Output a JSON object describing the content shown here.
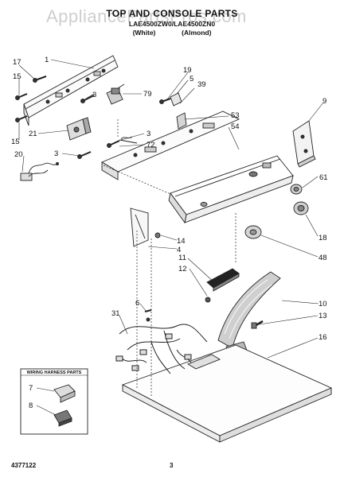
{
  "header": {
    "title": "TOP AND CONSOLE PARTS",
    "subtitle": "LAE4500ZW0/LAE4500ZN0",
    "variants": [
      "(White)",
      "(Almond)"
    ],
    "watermark": "AppliancePartsPros.com"
  },
  "callouts": {
    "c1": "1",
    "c3a": "3",
    "c3b": "3",
    "c3c": "3",
    "c4": "4",
    "c5": "5",
    "c6": "6",
    "c7": "7",
    "c8": "8",
    "c9": "9",
    "c10": "10",
    "c11": "11",
    "c12": "12",
    "c13": "13",
    "c14": "14",
    "c15a": "15",
    "c15b": "15",
    "c16": "16",
    "c17": "17",
    "c18": "18",
    "c19": "19",
    "c20": "20",
    "c21": "21",
    "c31": "31",
    "c39": "39",
    "c48": "48",
    "c53": "53",
    "c54": "54",
    "c61": "61",
    "c72": "72",
    "c79": "79"
  },
  "wiring_box": {
    "title": "WIRING HARNESS PARTS"
  },
  "footer": {
    "part_number": "4377122",
    "page_number": "3"
  }
}
